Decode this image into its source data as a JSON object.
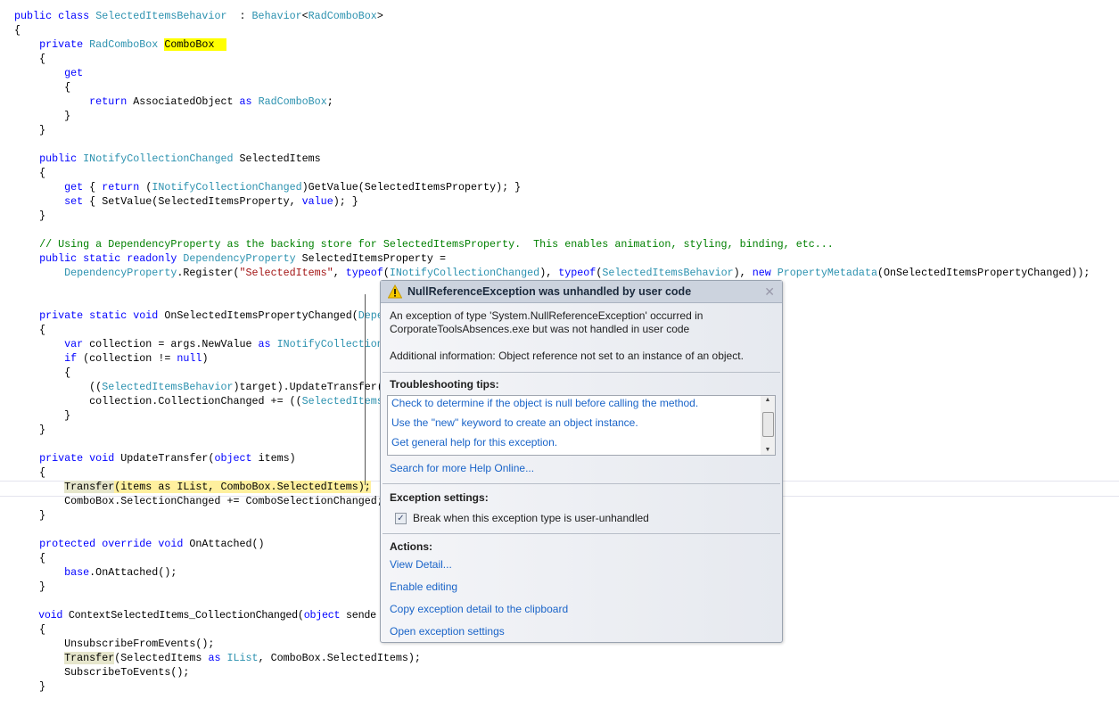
{
  "code_lines": [
    [
      [
        "kw",
        "public class "
      ],
      [
        "ty",
        "SelectedItemsBehavior"
      ],
      [
        "",
        "  : "
      ],
      [
        "ty",
        "Behavior"
      ],
      [
        "",
        "<"
      ],
      [
        "ty",
        "RadComboBox"
      ],
      [
        "",
        ">"
      ]
    ],
    [
      [
        "",
        "{"
      ]
    ],
    [
      [
        "",
        "    "
      ],
      [
        "kw",
        "private "
      ],
      [
        "ty",
        "RadComboBox "
      ],
      [
        "hl",
        "ComboBox  "
      ]
    ],
    [
      [
        "",
        "    {"
      ]
    ],
    [
      [
        "",
        "        "
      ],
      [
        "kw",
        "get"
      ]
    ],
    [
      [
        "",
        "        {"
      ]
    ],
    [
      [
        "",
        "            "
      ],
      [
        "kw",
        "return "
      ],
      [
        "",
        "AssociatedObject "
      ],
      [
        "kw",
        "as "
      ],
      [
        "ty",
        "RadComboBox"
      ],
      [
        "",
        ";"
      ]
    ],
    [
      [
        "",
        "        }"
      ]
    ],
    [
      [
        "",
        "    }"
      ]
    ],
    [],
    [
      [
        "",
        "    "
      ],
      [
        "kw",
        "public "
      ],
      [
        "ty",
        "INotifyCollectionChanged "
      ],
      [
        "",
        "SelectedItems"
      ]
    ],
    [
      [
        "",
        "    {"
      ]
    ],
    [
      [
        "",
        "        "
      ],
      [
        "kw",
        "get "
      ],
      [
        "",
        "{ "
      ],
      [
        "kw",
        "return "
      ],
      [
        "",
        "("
      ],
      [
        "ty",
        "INotifyCollectionChanged"
      ],
      [
        "",
        ")GetValue(SelectedItemsProperty); }"
      ]
    ],
    [
      [
        "",
        "        "
      ],
      [
        "kw",
        "set "
      ],
      [
        "",
        "{ SetValue(SelectedItemsProperty, "
      ],
      [
        "kw",
        "value"
      ],
      [
        "",
        "); }"
      ]
    ],
    [
      [
        "",
        "    }"
      ]
    ],
    [],
    [
      [
        "",
        "    "
      ],
      [
        "cm",
        "// Using a DependencyProperty as the backing store for SelectedItemsProperty.  This enables animation, styling, binding, etc..."
      ]
    ],
    [
      [
        "",
        "    "
      ],
      [
        "kw",
        "public static readonly "
      ],
      [
        "ty",
        "DependencyProperty "
      ],
      [
        "",
        "SelectedItemsProperty ="
      ]
    ],
    [
      [
        "",
        "        "
      ],
      [
        "ty",
        "DependencyProperty"
      ],
      [
        "",
        ".Register("
      ],
      [
        "st",
        "\"SelectedItems\""
      ],
      [
        "",
        ", "
      ],
      [
        "kw",
        "typeof"
      ],
      [
        "",
        "("
      ],
      [
        "ty",
        "INotifyCollectionChanged"
      ],
      [
        "",
        "), "
      ],
      [
        "kw",
        "typeof"
      ],
      [
        "",
        "("
      ],
      [
        "ty",
        "SelectedItemsBehavior"
      ],
      [
        "",
        "), "
      ],
      [
        "kw",
        "new "
      ],
      [
        "ty",
        "PropertyMetadata"
      ],
      [
        "",
        "(OnSelectedItemsPropertyChanged));"
      ]
    ],
    [],
    [],
    [
      [
        "",
        "    "
      ],
      [
        "kw",
        "private static void "
      ],
      [
        "",
        "OnSelectedItemsPropertyChanged("
      ],
      [
        "ty",
        "Depe"
      ]
    ],
    [
      [
        "",
        "    {"
      ]
    ],
    [
      [
        "",
        "        "
      ],
      [
        "kw",
        "var "
      ],
      [
        "",
        "collection = args.NewValue "
      ],
      [
        "kw",
        "as "
      ],
      [
        "ty",
        "INotifyCollection"
      ]
    ],
    [
      [
        "",
        "        "
      ],
      [
        "kw",
        "if "
      ],
      [
        "",
        "(collection != "
      ],
      [
        "kw",
        "null"
      ],
      [
        "",
        ")"
      ]
    ],
    [
      [
        "",
        "        {"
      ]
    ],
    [
      [
        "",
        "            (("
      ],
      [
        "ty",
        "SelectedItemsBehavior"
      ],
      [
        "",
        ")target).UpdateTransfer("
      ]
    ],
    [
      [
        "",
        "            collection.CollectionChanged += (("
      ],
      [
        "ty",
        "SelectedItems"
      ]
    ],
    [
      [
        "",
        "        }"
      ]
    ],
    [
      [
        "",
        "    }"
      ]
    ],
    [],
    [
      [
        "",
        "    "
      ],
      [
        "kw",
        "private void "
      ],
      [
        "",
        "UpdateTransfer("
      ],
      [
        "kw",
        "object "
      ],
      [
        "",
        "items)"
      ]
    ],
    [
      [
        "",
        "    {"
      ]
    ],
    [
      [
        "",
        "        "
      ],
      [
        "ref",
        "Transfer"
      ],
      [
        "cur",
        "(items as IList, ComboBox.SelectedItems);"
      ]
    ],
    [
      [
        "",
        "        ComboBox.SelectionChanged += ComboSelectionChanged;"
      ]
    ],
    [
      [
        "",
        "    }"
      ]
    ],
    [],
    [
      [
        "",
        "    "
      ],
      [
        "kw",
        "protected override void "
      ],
      [
        "",
        "OnAttached()"
      ]
    ],
    [
      [
        "",
        "    {"
      ]
    ],
    [
      [
        "",
        "        "
      ],
      [
        "kw",
        "base"
      ],
      [
        "",
        ".OnAttached();"
      ]
    ],
    [
      [
        "",
        "    }"
      ]
    ],
    [],
    [
      [
        "",
        "    "
      ],
      [
        "kw",
        "void "
      ],
      [
        "",
        "ContextSelectedItems_CollectionChanged("
      ],
      [
        "kw",
        "object "
      ],
      [
        "",
        "sende"
      ]
    ],
    [
      [
        "",
        "    {"
      ]
    ],
    [
      [
        "",
        "        UnsubscribeFromEvents();"
      ]
    ],
    [
      [
        "",
        "        "
      ],
      [
        "ref",
        "Transfer"
      ],
      [
        "",
        "(SelectedItems "
      ],
      [
        "kw",
        "as "
      ],
      [
        "ty",
        "IList"
      ],
      [
        "",
        ", ComboBox.SelectedItems);"
      ]
    ],
    [
      [
        "",
        "        SubscribeToEvents();"
      ]
    ],
    [
      [
        "",
        "    }"
      ]
    ]
  ],
  "dialog": {
    "title": "NullReferenceException was unhandled by user code",
    "close_icon": "close-icon",
    "message": "An exception of type 'System.NullReferenceException' occurred in CorporateToolsAbsences.exe but was not handled in user code",
    "additional": "Additional information: Object reference not set to an instance of an object.",
    "tips_title": "Troubleshooting tips:",
    "tips": [
      "Check to determine if the object is null before calling the method.",
      "Use the \"new\" keyword to create an object instance.",
      "Get general help for this exception."
    ],
    "search_online": "Search for more Help Online...",
    "settings_title": "Exception settings:",
    "break_checkbox": "Break when this exception type is user-unhandled",
    "break_checked": true,
    "actions_title": "Actions:",
    "actions": [
      "View Detail...",
      "Enable editing",
      "Copy exception detail to the clipboard",
      "Open exception settings"
    ]
  },
  "colors": {
    "keyword": "#0000ff",
    "type": "#2b91af",
    "string": "#a31515",
    "comment": "#008000",
    "link": "#1a64c8"
  }
}
